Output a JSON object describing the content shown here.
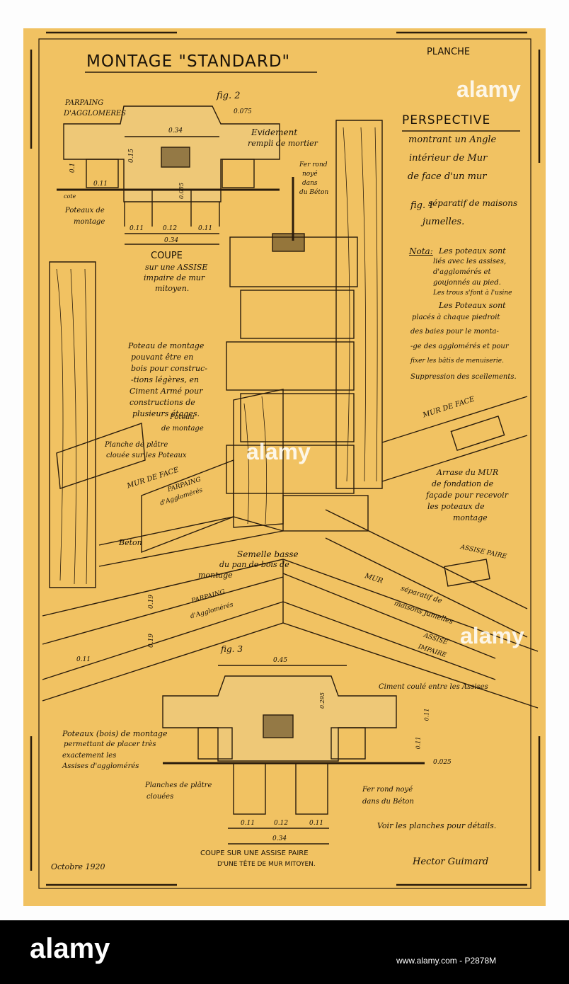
{
  "title": "MONTAGE \"STANDARD\"",
  "planche": "PLANCHE",
  "fig2": {
    "label": "fig. 2",
    "parpaing": "PARPAING",
    "agglomeres": "D'AGGLOMERES",
    "dim_0075": "0.075",
    "dim_034_top": "0.34",
    "evidement_1": "Evidement",
    "evidement_2": "rempli de mortier",
    "fer_1": "Fer rond",
    "fer_2": "noyé",
    "fer_3": "dans",
    "fer_4": "du Béton",
    "dim_015": "0.15",
    "dim_0085": "0.085",
    "dim_01": "0.1",
    "cote": "cote",
    "dim_011_left": "0.11",
    "poteaux_1": "Poteaux de",
    "poteaux_2": "montage",
    "dim_011_a": "0.11",
    "dim_012": "0.12",
    "dim_011_b": "0.11",
    "dim_034_bottom": "0.34",
    "coupe": "COUPE",
    "caption_1": "sur une ASSISE",
    "caption_2": "impaire de mur",
    "caption_3": "mitoyen."
  },
  "perspective": {
    "title": "PERSPECTIVE",
    "line1": "montrant un Angle",
    "line2": "intérieur de Mur",
    "line3": "de face d'un mur",
    "fig1": "fig. 1",
    "line4": "séparatif de maisons",
    "line5": "jumelles."
  },
  "nota": {
    "label": "Nota:",
    "l1": "Les poteaux sont",
    "l2": "liés avec les assises,",
    "l3": "d'agglomérés et",
    "l4": "goujonnés au pied.",
    "l5": "Les trous s'font à l'usine",
    "l6": "Les Poteaux sont",
    "l7": "placés à chaque piedroit",
    "l8": "des baies pour le monta-",
    "l9": "-ge des agglomérés et pour",
    "l10": "fixer les bâtis de menuiserie.",
    "l11": "Suppression des scellements."
  },
  "labels": {
    "poteau_1": "Poteau de montage",
    "poteau_2": "pouvant être en",
    "poteau_3": "bois pour construc-",
    "poteau_4": "-tions légères, en",
    "poteau_5": "Ciment Armé pour",
    "poteau_6": "constructions de",
    "poteau_7": "plusieurs étages.",
    "poteau_m1": "Poteau",
    "poteau_m2": "de montage",
    "planche_1": "Planche de plâtre",
    "planche_2": "clouée sur les Poteaux",
    "mur_face_left": "MUR DE FACE",
    "parpaing_1": "PARPAING",
    "parpaing_2": "d'Agglomérés",
    "mur_face_right": "MUR DE FACE",
    "arrase_1": "Arrase du MUR",
    "arrase_2": "de fondation de",
    "arrase_3": "façade pour recevoir",
    "arrase_4": "les poteaux de",
    "arrase_5": "montage",
    "beton": "Béton",
    "semelle_1": "Semelle basse",
    "semelle_2": "du pan de bois de",
    "semelle_3": "montage",
    "assise_paire": "ASSISE PAIRE",
    "mur_sep_1": "MUR",
    "mur_sep_2": "séparatif de",
    "mur_sep_3": "maisons jumelles",
    "parpaing_b1": "PARPAING",
    "parpaing_b2": "d'Agglomérés",
    "dim_019": "0.19",
    "dim_019b": "0.19",
    "dim_011c": "0.11",
    "assise_impaire_1": "ASSISE",
    "assise_impaire_2": "IMPAIRE"
  },
  "fig3": {
    "label": "fig. 3",
    "dim_045": "0.45",
    "dim_0295": "0.295",
    "ciment": "Ciment coulé entre les Assises",
    "dim_011_r1": "0.11",
    "dim_011_r2": "0.11",
    "dim_0025": "0.025",
    "poteaux_1": "Poteaux (bois) de montage",
    "poteaux_2": "permettant de placer très",
    "poteaux_3": "exactement les",
    "poteaux_4": "Assises d'agglomérés",
    "planches_1": "Planches de plâtre",
    "planches_2": "clouées",
    "fer_1": "Fer rond noyé",
    "fer_2": "dans du Béton",
    "dim_011_a": "0.11",
    "dim_012": "0.12",
    "dim_011_b": "0.11",
    "dim_034": "0.34",
    "coupe_1": "COUPE SUR UNE ASSISE PAIRE",
    "coupe_2": "D'UNE TÊTE DE MUR MITOYEN."
  },
  "voir": "Voir les planches pour détails.",
  "date": "Octobre 1920",
  "signature": "Hector Guimard",
  "watermarks": {
    "top_right": "alamy",
    "right_mid": "alamy",
    "center": "alamy",
    "footer_logo": "alamy",
    "footer_stock": "www.alamy.com - P2878M"
  },
  "colors": {
    "paper": "#f1c262",
    "ink": "#1a1208",
    "footer": "#000000"
  }
}
